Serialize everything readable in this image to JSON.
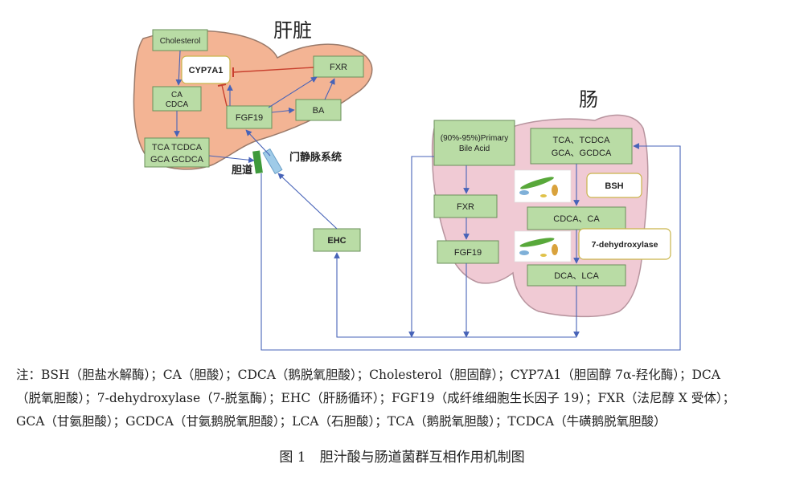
{
  "regions": {
    "liver_title": "肝脏",
    "intestine_title": "肠",
    "bile_duct_label": "胆道",
    "portal_label": "门静脉系统"
  },
  "nodes": {
    "cholesterol": "Cholesterol",
    "cyp7a1": "CYP7A1",
    "ca_cdca": [
      "CA",
      "CDCA"
    ],
    "tca_group": [
      "TCA TCDCA",
      "GCA GCDCA"
    ],
    "fgf19_liver": "FGF19",
    "ba": "BA",
    "fxr_liver": "FXR",
    "ehc": "EHC",
    "primary_ba": [
      "(90%-95%)Primary",
      "Bile Acid"
    ],
    "tca_intestine": [
      "TCA、TCDCA",
      "GCA、GCDCA"
    ],
    "bsh": "BSH",
    "fxr_int": "FXR",
    "cdca_ca": "CDCA、CA",
    "fgf19_int": "FGF19",
    "dehydroxylase": "7-dehydroxylase",
    "dca_lca": "DCA、LCA"
  },
  "colors": {
    "liver": "#f3b494",
    "liver_stroke": "#9a7a6a",
    "intestine": "#f0cad4",
    "intestine_stroke": "#b7949e",
    "box_fill": "#b9dca5",
    "box_stroke": "#6a8f5a",
    "arrow": "#4763b8",
    "inhibit": "#c8402e",
    "bile_duct": "#3f9a3c",
    "portal": "#9fcbe8"
  },
  "legend": [
    "注：BSH（胆盐水解酶）；CA（胆酸）；CDCA（鹅脱氧胆酸）；Cholesterol（胆固醇）；CYP7A1（胆固醇 7α-羟化酶）；DCA",
    "（脱氧胆酸）；7-dehydroxylase（7-脱氢酶）；EHC（肝肠循环）；FGF19（成纤维细胞生长因子 19）；FXR（法尼醇 X 受体）；",
    "GCA（甘氨胆酸）；GCDCA（甘氨鹅脱氧胆酸）；LCA（石胆酸）；TCA（鹅脱氧胆酸）；TCDCA（牛磺鹅脱氧胆酸）"
  ],
  "caption": "图 1　胆汁酸与肠道菌群互相作用机制图"
}
